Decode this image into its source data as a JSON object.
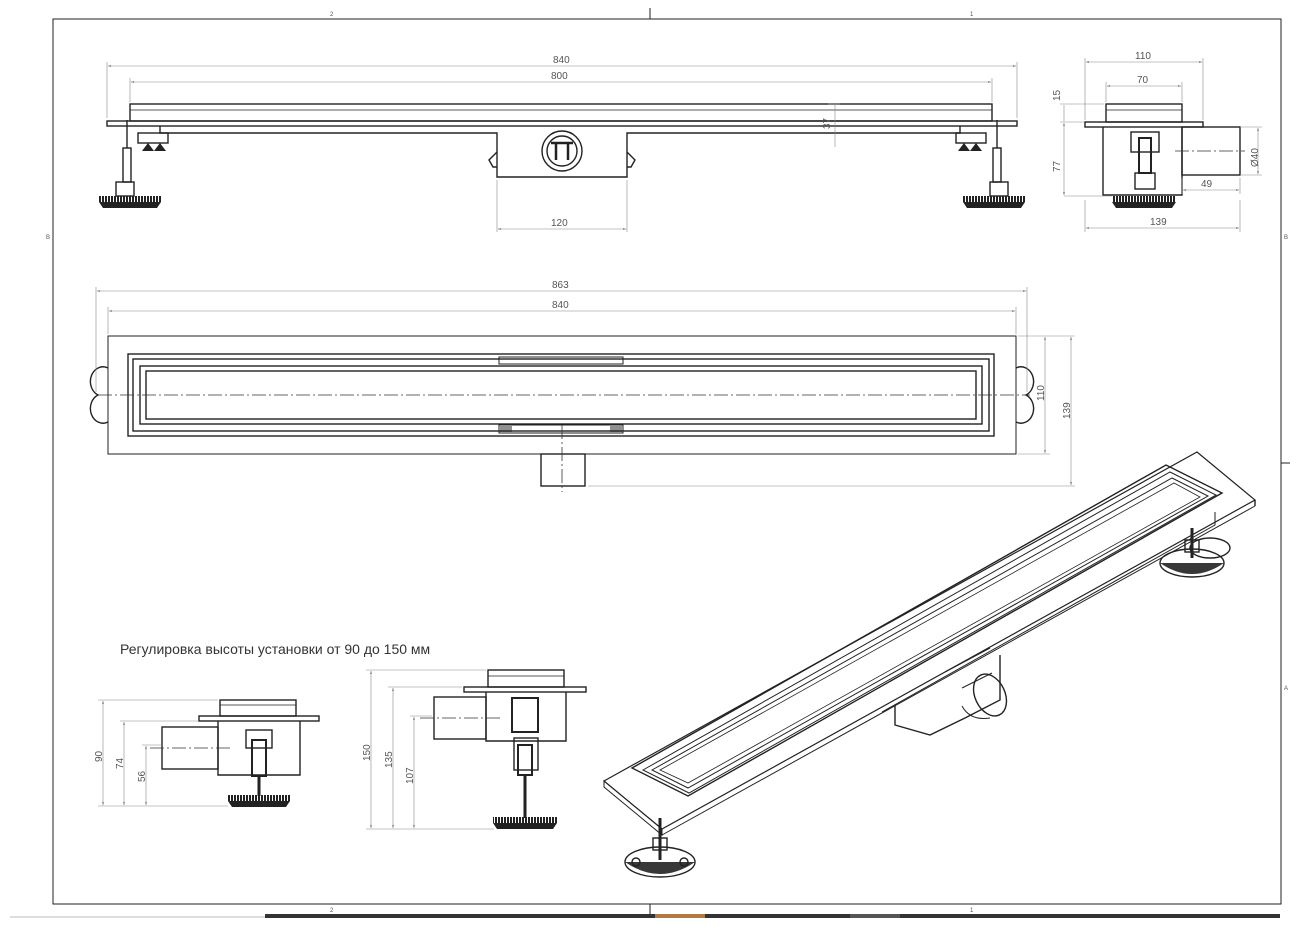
{
  "frame": {
    "zone_marks": [
      "2",
      "1",
      "2",
      "1",
      "B",
      "B",
      "A"
    ]
  },
  "front_view": {
    "dims": {
      "overall": "840",
      "grate": "800",
      "height": "37",
      "outlet_box": "120"
    }
  },
  "side_view": {
    "dims": {
      "body_width": "110",
      "grate_width": "70",
      "flange": "15",
      "height": "77",
      "outlet_diameter": "Ø40",
      "outlet_length": "49",
      "overall_width": "139"
    }
  },
  "plan_view": {
    "dims": {
      "overall": "863",
      "body": "840",
      "inner_width": "110",
      "overall_width": "139"
    }
  },
  "caption": "Регулировка высоты установки от 90 до 150 мм",
  "detail_min": {
    "dims": {
      "total": "90",
      "mid": "74",
      "low": "56"
    }
  },
  "detail_max": {
    "dims": {
      "total": "150",
      "mid": "135",
      "low": "107"
    }
  },
  "colors": {
    "line": "#222222",
    "dimension": "#888888",
    "text": "#555555"
  }
}
